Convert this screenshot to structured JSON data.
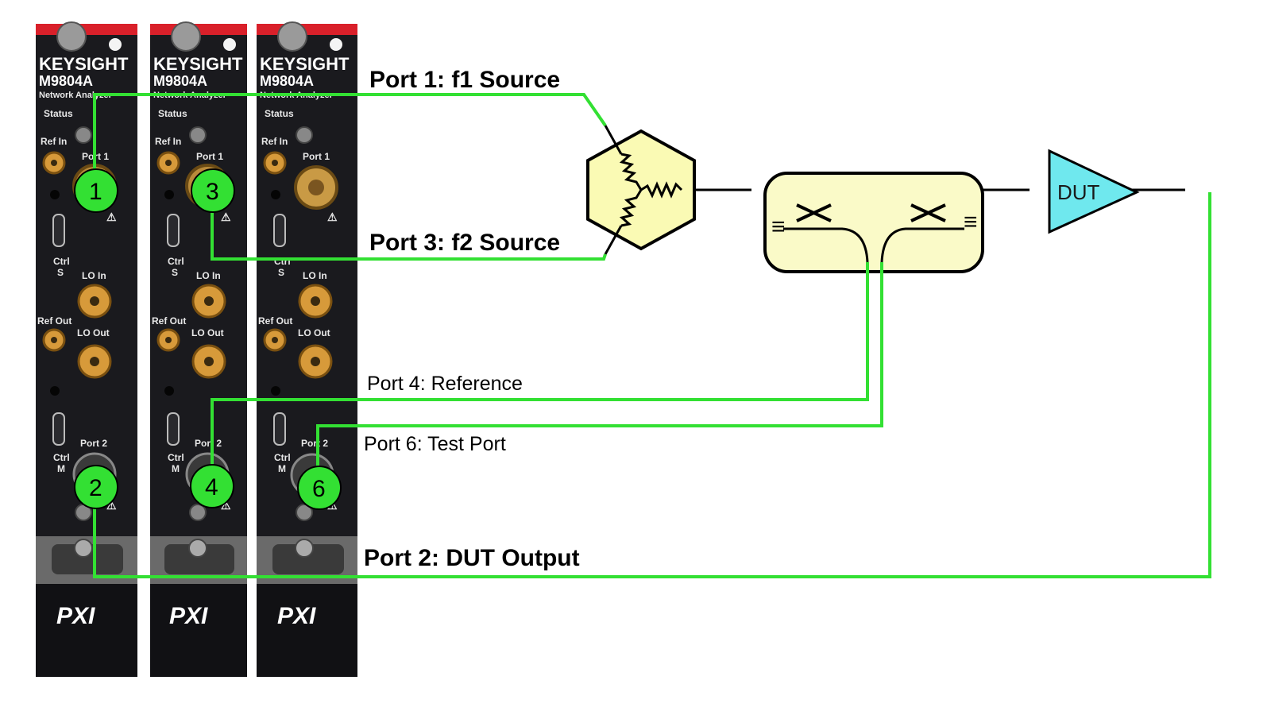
{
  "modules": [
    {
      "brand": "KEYSIGHT",
      "model": "M9804A",
      "subtitle": "Network Analyzer",
      "status": "Status",
      "ref_in": "Ref In",
      "port1": "Port 1",
      "ctrl_s": "Ctrl",
      "ctrl_s2": "S",
      "lo_in": "LO In",
      "ref_out": "Ref Out",
      "lo_out": "LO Out",
      "port2": "Port 2",
      "ctrl_m": "Ctrl",
      "ctrl_m2": "M",
      "pxi": "PXI"
    },
    {
      "brand": "KEYSIGHT",
      "model": "M9804A",
      "subtitle": "Network Analyzer",
      "status": "Status",
      "ref_in": "Ref In",
      "port1": "Port 1",
      "ctrl_s": "Ctrl",
      "ctrl_s2": "S",
      "lo_in": "LO In",
      "ref_out": "Ref Out",
      "lo_out": "LO Out",
      "port2": "Port 2",
      "ctrl_m": "Ctrl",
      "ctrl_m2": "M",
      "pxi": "PXI"
    },
    {
      "brand": "KEYSIGHT",
      "model": "M9804A",
      "subtitle": "Network Analyzer",
      "status": "Status",
      "ref_in": "Ref In",
      "port1": "Port 1",
      "ctrl_s": "Ctrl",
      "ctrl_s2": "S",
      "lo_in": "LO In",
      "ref_out": "Ref Out",
      "lo_out": "LO Out",
      "port2": "Port 2",
      "ctrl_m": "Ctrl",
      "ctrl_m2": "M",
      "pxi": "PXI"
    }
  ],
  "port_markers": [
    "1",
    "3",
    "2",
    "4",
    "6"
  ],
  "labels": {
    "port1": "Port 1: f1 Source",
    "port3": "Port 3: f2 Source",
    "port4": "Port 4: Reference",
    "port6": "Port 6: Test Port",
    "port2": "Port 2: DUT Output"
  },
  "dut_label": "DUT",
  "colors": {
    "cable": "#33e033",
    "marker": "#33e033",
    "combiner_fill": "#fafab4",
    "coupler_fill": "#fafac8",
    "dut_fill": "#6fe8ee",
    "panel": "#1a1a1e",
    "panel_top": "#d9202a"
  }
}
